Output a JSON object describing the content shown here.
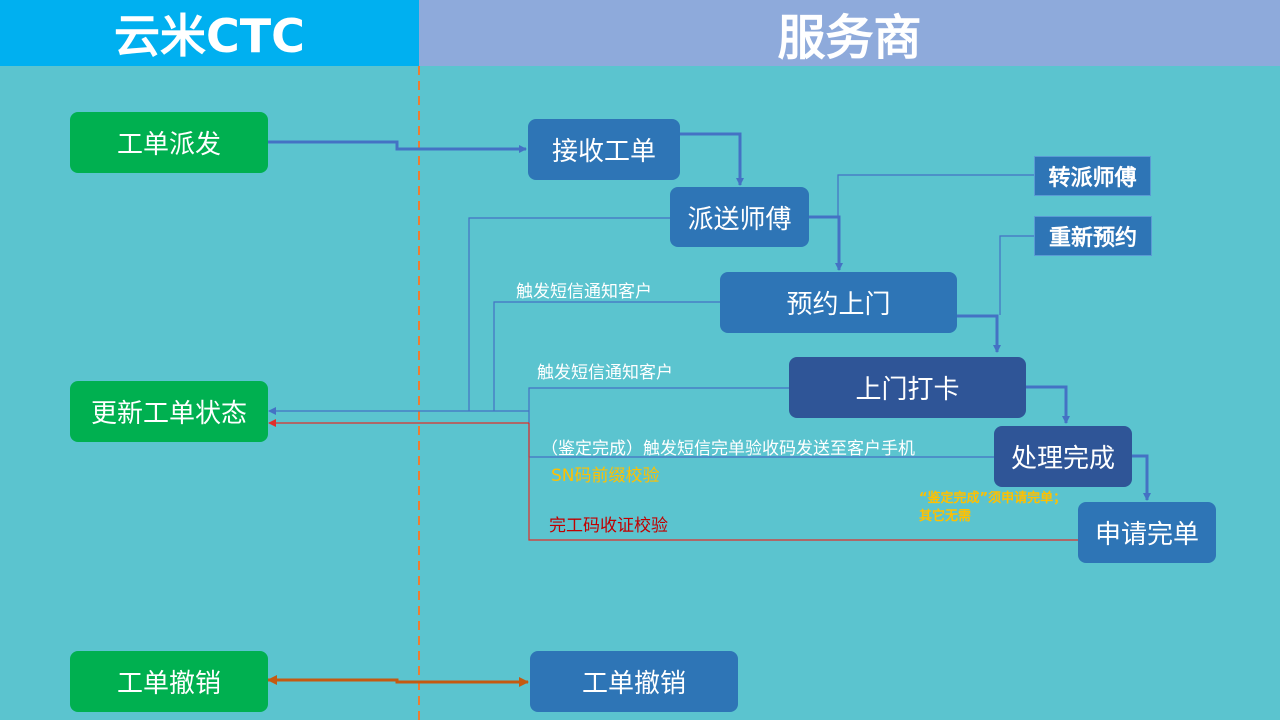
{
  "header": {
    "left": "云米CTC",
    "right": "服务商"
  },
  "ctc": {
    "dispatch": "工单派发",
    "update_status": "更新工单状态",
    "revoke": "工单撤销"
  },
  "provider": {
    "receive": "接收工单",
    "assign": "派送师傅",
    "appoint": "预约上门",
    "checkin": "上门打卡",
    "done": "处理完成",
    "apply": "申请完单",
    "revoke": "工单撤销",
    "transfer": "转派师傅",
    "reappoint": "重新预约"
  },
  "labels": {
    "sms1": "触发短信通知客户",
    "sms2": "触发短信通知客户",
    "sms3": "（鉴定完成）触发短信完单验收码发送至客户手机",
    "sn": "SN码前缀校验",
    "code": "完工码收证校验",
    "note1": "“鉴定完成”须申请完单；",
    "note2": "其它无需"
  },
  "colors": {
    "arrow": "#4472c4",
    "red": "#e0302a",
    "orange": "#c55a11",
    "divider": "#ed7d31"
  }
}
